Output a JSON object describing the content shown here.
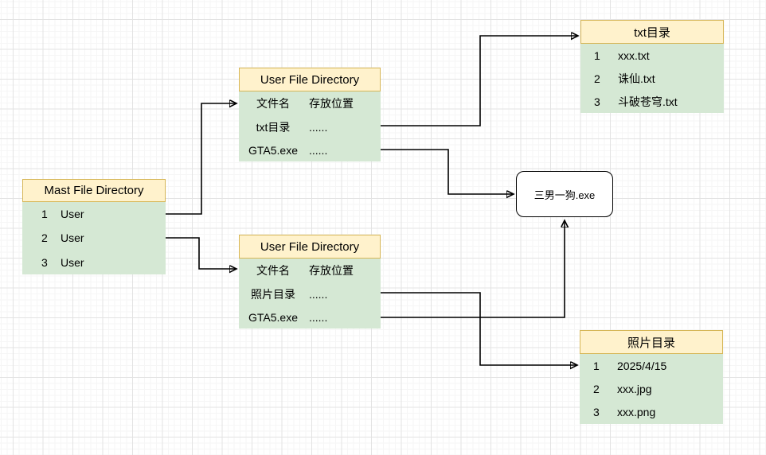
{
  "colors": {
    "header_fill": "#FFF2CC",
    "header_border": "#D6B656",
    "body_fill": "#D5E8D4",
    "process_fill": "#FFFFFF",
    "process_border": "#000000",
    "arrow": "#000000",
    "grid_major": "#e3e3e3",
    "grid_minor": "#f6f6f6"
  },
  "nodes": {
    "mast": {
      "title": "Mast File Directory",
      "rows": [
        {
          "num": "1",
          "value": "User"
        },
        {
          "num": "2",
          "value": "User"
        },
        {
          "num": "3",
          "value": "User"
        }
      ]
    },
    "ufd_top": {
      "title": "User File Directory",
      "col_header": {
        "c1": "文件名",
        "c2": "存放位置"
      },
      "rows": [
        {
          "c1": "txt目录",
          "c2": "......"
        },
        {
          "c1": "GTA5.exe",
          "c2": "......"
        }
      ]
    },
    "ufd_bottom": {
      "title": "User File Directory",
      "col_header": {
        "c1": "文件名",
        "c2": "存放位置"
      },
      "rows": [
        {
          "c1": "照片目录",
          "c2": "......"
        },
        {
          "c1": "GTA5.exe",
          "c2": "......"
        }
      ]
    },
    "txt_dir": {
      "title": "txt目录",
      "rows": [
        {
          "num": "1",
          "value": "xxx.txt"
        },
        {
          "num": "2",
          "value": "诛仙.txt"
        },
        {
          "num": "3",
          "value": "斗破苍穹.txt"
        }
      ]
    },
    "photo_dir": {
      "title": "照片目录",
      "rows": [
        {
          "num": "1",
          "value": "2025/4/15"
        },
        {
          "num": "2",
          "value": "xxx.jpg"
        },
        {
          "num": "3",
          "value": "xxx.png"
        }
      ]
    },
    "process": {
      "label": "三男一狗.exe"
    }
  }
}
